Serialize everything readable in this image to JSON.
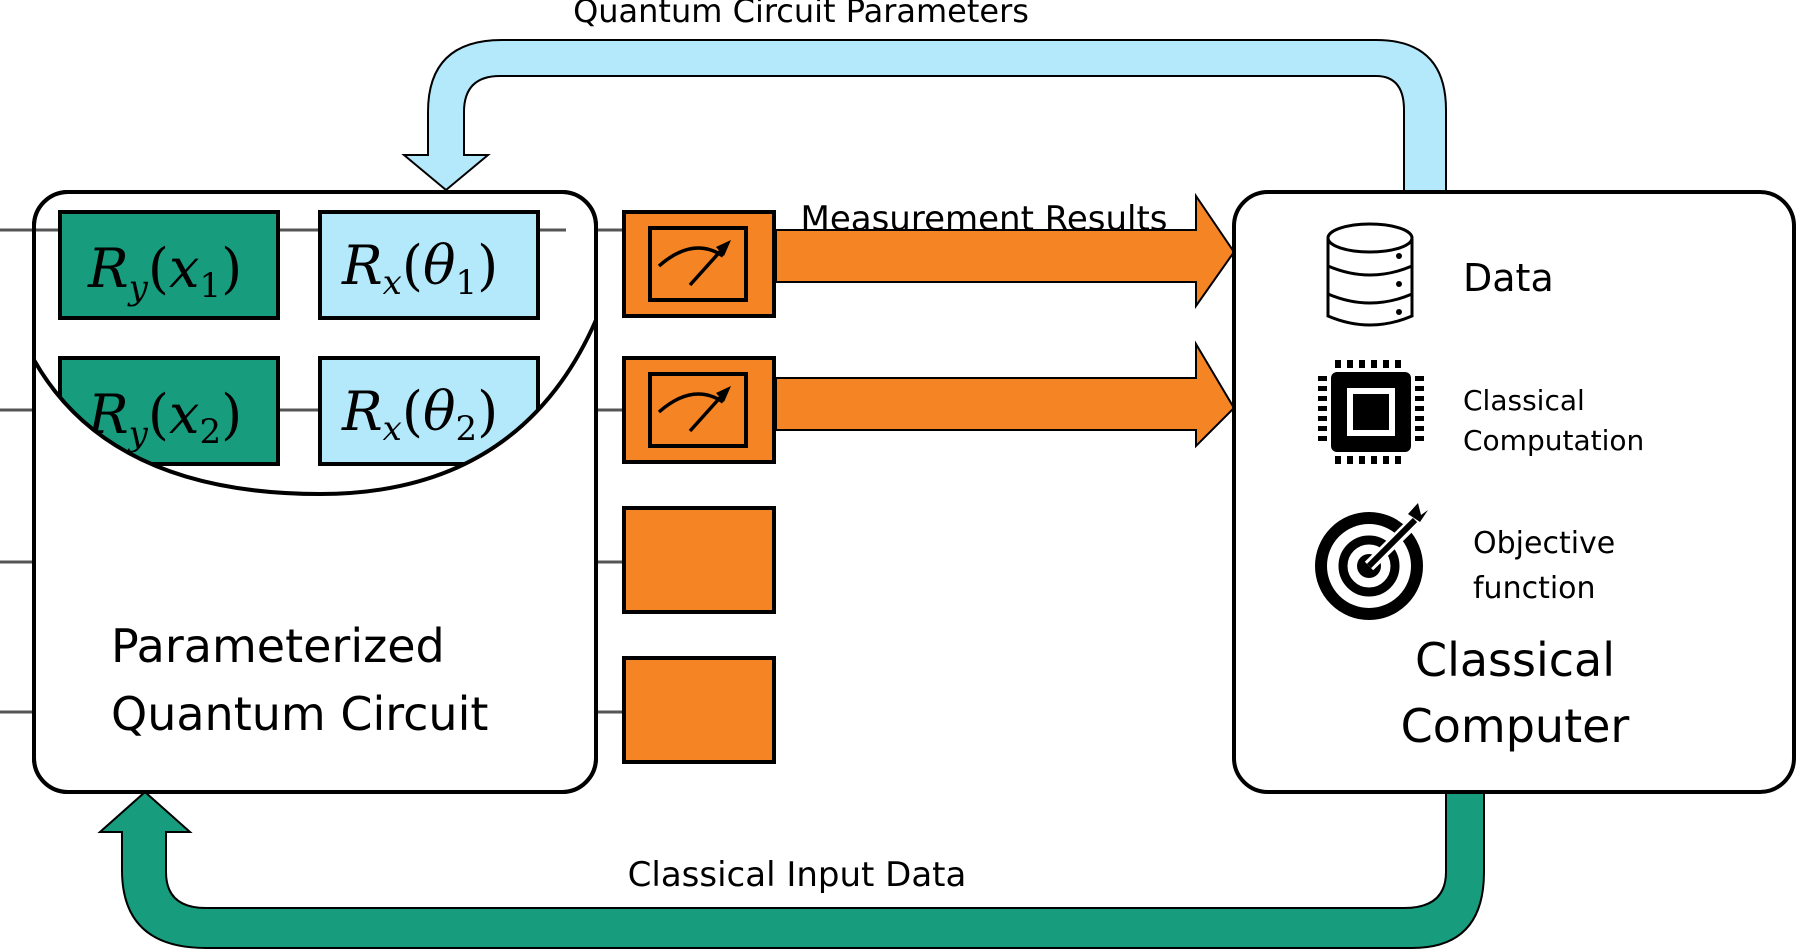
{
  "colors": {
    "param_arrow": "#b3e9fb",
    "input_arrow": "#179c7d",
    "measure": "#f58424",
    "encoding_gate": "#179c7d",
    "variational_gate": "#b3e9fb",
    "outline": "#000000"
  },
  "arrows": {
    "parameters_label": "Quantum Circuit Parameters",
    "measurement_label": "Measurement Results",
    "input_label": "Classical Input Data"
  },
  "quantum_circuit": {
    "title_line1": "Parameterized",
    "title_line2": "Quantum Circuit",
    "gates": [
      {
        "row": 1,
        "name": "R",
        "sub": "y",
        "arg": "x",
        "arg_sub": "1",
        "type": "encoding"
      },
      {
        "row": 1,
        "name": "R",
        "sub": "x",
        "arg": "θ",
        "arg_sub": "1",
        "type": "variational"
      },
      {
        "row": 2,
        "name": "R",
        "sub": "y",
        "arg": "x",
        "arg_sub": "2",
        "type": "encoding"
      },
      {
        "row": 2,
        "name": "R",
        "sub": "x",
        "arg": "θ",
        "arg_sub": "2",
        "type": "variational"
      }
    ],
    "qubit_count": 4,
    "measurement_blocks": 4
  },
  "classical_computer": {
    "title_line1": "Classical",
    "title_line2": "Computer",
    "items": [
      {
        "icon": "database-icon",
        "label_line1": "Data",
        "label_line2": ""
      },
      {
        "icon": "cpu-chip-icon",
        "label_line1": "Classical",
        "label_line2": "Computation"
      },
      {
        "icon": "target-icon",
        "label_line1": "Objective",
        "label_line2": "function"
      }
    ]
  },
  "paren_open": "(",
  "paren_close": ")"
}
